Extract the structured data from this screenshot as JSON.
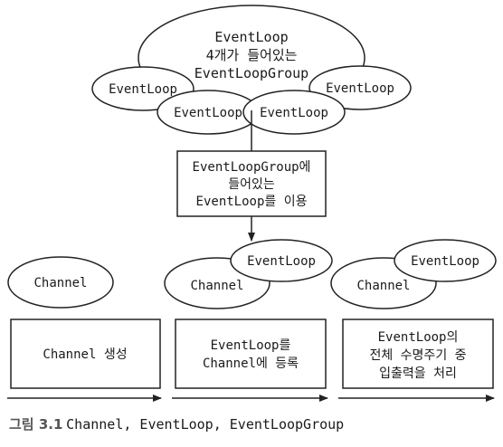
{
  "group": {
    "title_lines": [
      "EventLoop",
      "4개가 들어있는",
      "EventLoopGroup"
    ],
    "loops": [
      "EventLoop",
      "EventLoop",
      "EventLoop",
      "EventLoop"
    ]
  },
  "usage_box": {
    "lines": [
      "EventLoopGroup에",
      "들어있는",
      "EventLoop를 이용"
    ]
  },
  "stages": [
    {
      "channel": "Channel",
      "eventloop": "",
      "box_lines": [
        "Channel 생성"
      ]
    },
    {
      "channel": "Channel",
      "eventloop": "EventLoop",
      "box_lines": [
        "EventLoop를",
        "Channel에 등록"
      ]
    },
    {
      "channel": "Channel",
      "eventloop": "EventLoop",
      "box_lines": [
        "EventLoop의",
        "전체 수명주기 중",
        "입출력을 처리"
      ]
    }
  ],
  "caption": {
    "label": "그림 3.1",
    "text": "Channel, EventLoop, EventLoopGroup"
  }
}
